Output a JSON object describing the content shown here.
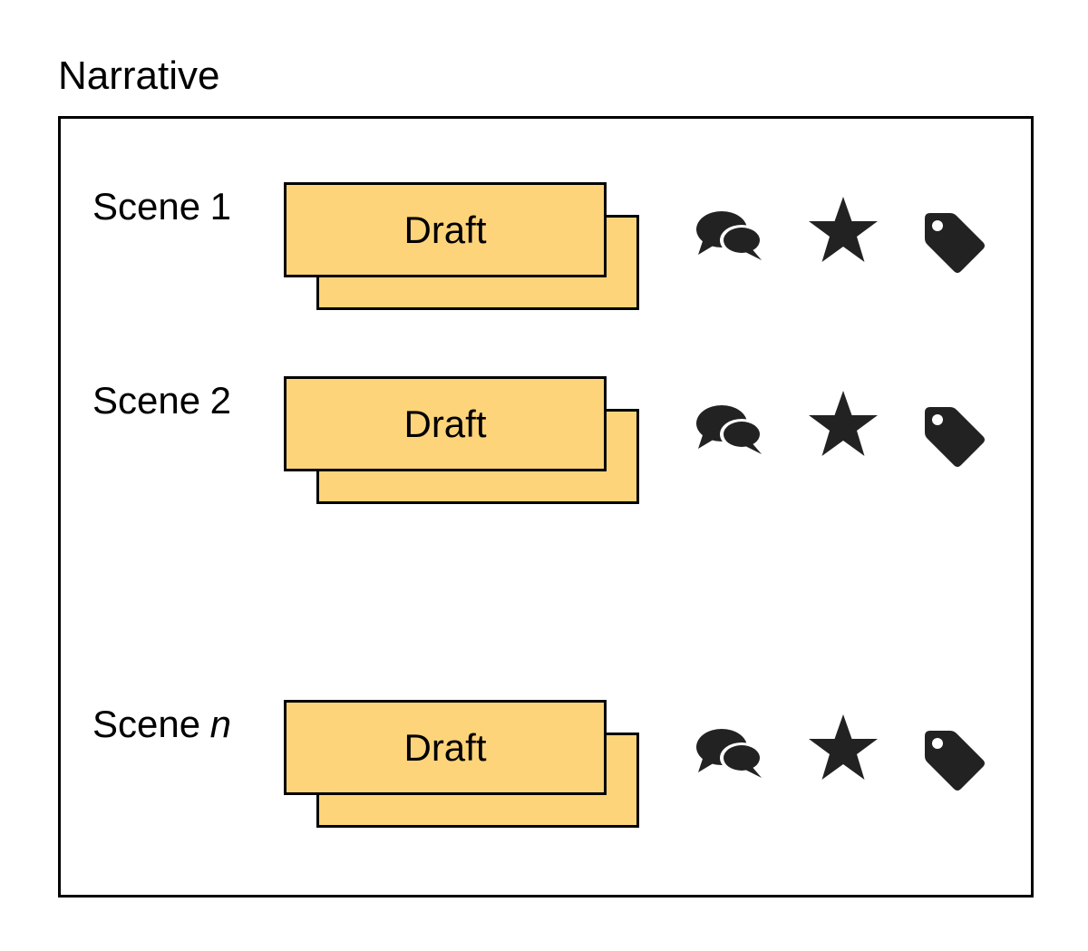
{
  "title": "Narrative",
  "colors": {
    "draft_fill": "#fed47a",
    "border": "#000000",
    "icon": "#222222"
  },
  "scenes": [
    {
      "label_prefix": "Scene",
      "label_suffix": "1",
      "suffix_italic": false,
      "draft_label": "Draft"
    },
    {
      "label_prefix": "Scene",
      "label_suffix": "2",
      "suffix_italic": false,
      "draft_label": "Draft"
    },
    {
      "label_prefix": "Scene",
      "label_suffix": "n",
      "suffix_italic": true,
      "draft_label": "Draft"
    }
  ],
  "icons": [
    "comments-icon",
    "star-icon",
    "tag-icon"
  ]
}
